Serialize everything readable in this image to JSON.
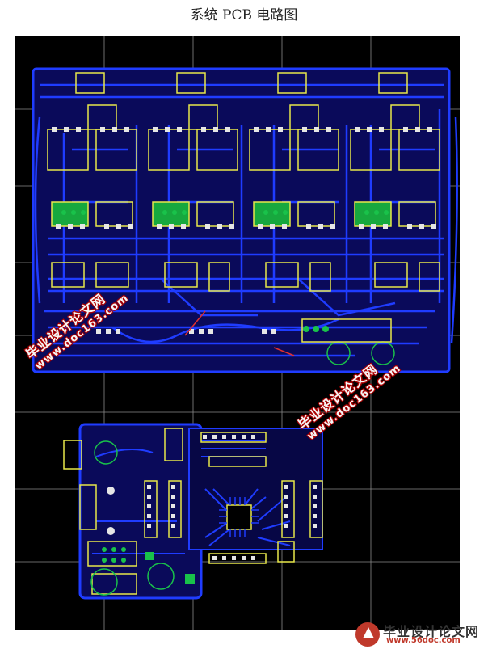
{
  "page": {
    "title": "系统 PCB 电路图"
  },
  "watermarks": [
    {
      "cn": "毕业设计论文网",
      "url": "www.doc163.com"
    },
    {
      "cn": "毕业设计论文网",
      "url": "www.doc163.com"
    }
  ],
  "footer_logo": {
    "name": "毕业设计论文网",
    "site": "www.56doc.com"
  },
  "colors": {
    "board_background": "#000000",
    "trace_blue": "#1f3cff",
    "silkscreen_yellow": "#e8e84a",
    "pad_white": "#e6e6e6",
    "via_green": "#19c24a",
    "grid_line": "#8a8a8a",
    "watermark_red": "#b00000"
  }
}
